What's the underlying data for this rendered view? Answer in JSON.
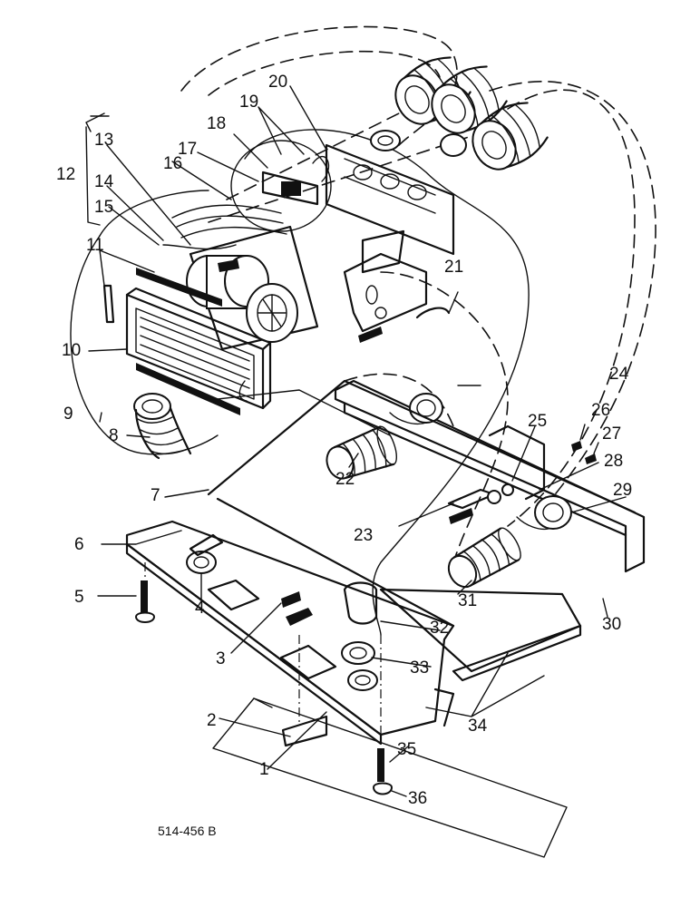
{
  "drawing_number": "514-456 B",
  "callouts": {
    "c1": "1",
    "c2": "2",
    "c3": "3",
    "c4": "4",
    "c5": "5",
    "c6": "6",
    "c7": "7",
    "c8": "8",
    "c9": "9",
    "c10": "10",
    "c11": "11",
    "c12": "12",
    "c13": "13",
    "c14": "14",
    "c15": "15",
    "c16": "16",
    "c17": "17",
    "c18": "18",
    "c19": "19",
    "c20": "20",
    "c21": "21",
    "c22": "22",
    "c23": "23",
    "c24": "24",
    "c25": "25",
    "c26": "26",
    "c27": "27",
    "c28": "28",
    "c29": "29",
    "c30": "30",
    "c31": "31",
    "c32": "32",
    "c33": "33",
    "c34": "34",
    "c35": "35",
    "c36": "36"
  },
  "colors": {
    "ink": "#111111",
    "paper": "#ffffff"
  }
}
